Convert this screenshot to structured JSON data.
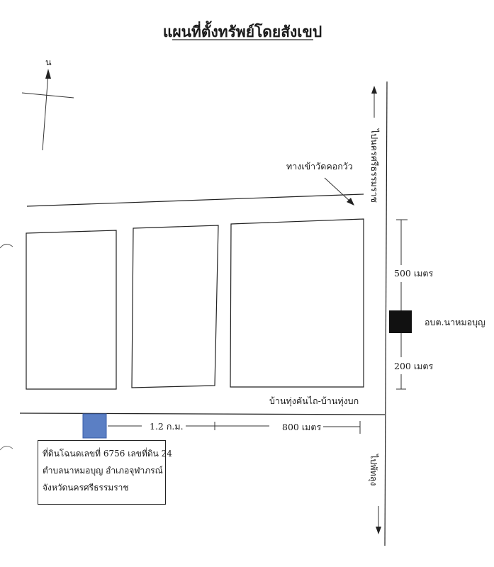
{
  "title": "แผนที่ตั้งทรัพย์โดยสังเขป",
  "north_label": "น",
  "labels": {
    "to_thung_song": "ไปนครศรีธรรมราช",
    "to_phatthalung": "ไปพัทลุง",
    "temple_entrance": "ทางเข้าวัดคอกวัว",
    "distance_500": "500 เมตร",
    "distance_200": "200 เมตร",
    "tambon_office": "อบต.นาหมอบุญ",
    "road_name": "บ้านทุ่งคันไถ-บ้านทุ่งบก",
    "distance_1_2km": "1.2 ก.ม.",
    "distance_800": "800 เมตร"
  },
  "property_info": {
    "line1": "ที่ดินโฉนดเลขที่ 6756 เลขที่ดิน 24",
    "line2": "ตำบลนาหมอบุญ อำเภอจุฬาภรณ์",
    "line3": "จังหวัดนครศรีธรรมราช"
  },
  "colors": {
    "property_marker": "#5b7fc4",
    "office_marker": "#111111",
    "lines": "#222222"
  }
}
